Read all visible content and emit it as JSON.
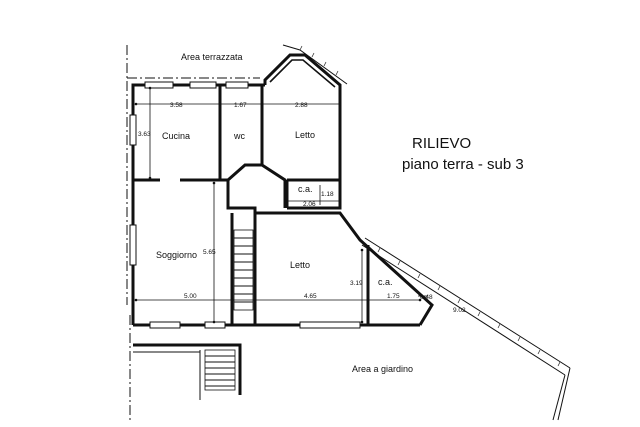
{
  "title": "RILIEVO",
  "subtitle": "piano terra - sub 3",
  "rooms": {
    "area_terrazzata": "Area terrazzata",
    "cucina": "Cucina",
    "wc": "wc",
    "letto_top": "Letto",
    "ca_top": "c.a.",
    "soggiorno": "Soggiorno",
    "letto_mid": "Letto",
    "ca_mid": "c.a.",
    "area_giardino": "Area a giardino"
  },
  "dimensions": {
    "d358": "3.58",
    "d167": "1.67",
    "d288": "2.88",
    "d363": "3.63",
    "d118": "1.18",
    "d206": "2.06",
    "d565": "5.65",
    "d319": "3.19",
    "d500": "5.00",
    "d465": "4.65",
    "d175": "1.75",
    "d048": "0.48",
    "d902": "9.02"
  }
}
